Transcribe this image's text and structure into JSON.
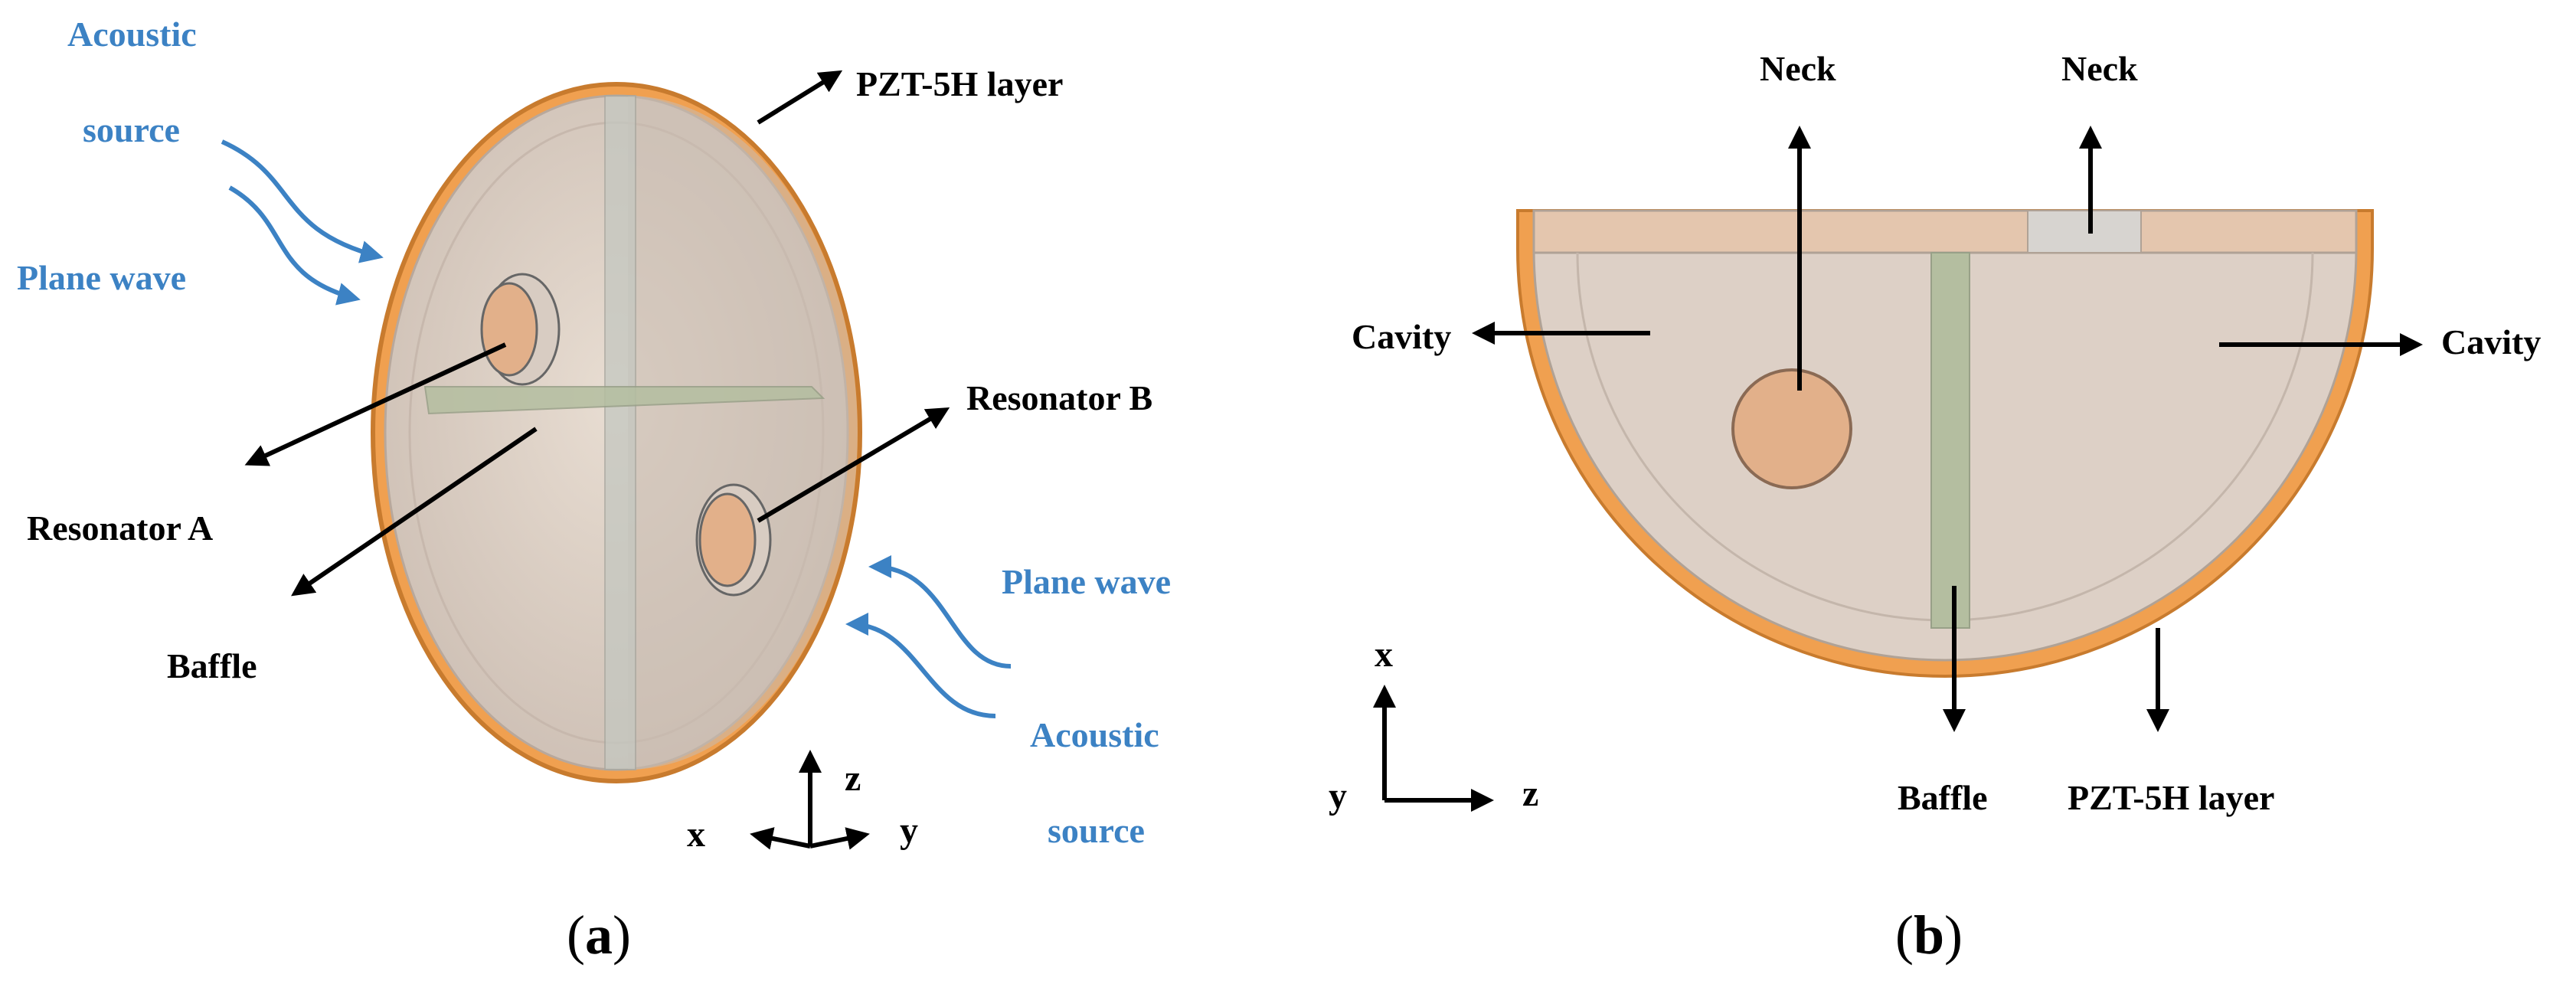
{
  "colors": {
    "label_blue": "#3c82c4",
    "pzt_orange": "#f0a050",
    "shell_fill": "#d8c8bc",
    "baffle_green": "#b4bea0",
    "neck_fill": "#e2b08a"
  },
  "panel_a": {
    "caption_open": "(",
    "caption_letter": "a",
    "caption_close": ")",
    "labels": {
      "acoustic_source_1": "Acoustic",
      "acoustic_source_2": "source",
      "plane_wave_left": "Plane wave",
      "pzt_layer": "PZT-5H layer",
      "resonator_a": "Resonator A",
      "resonator_b": "Resonator B",
      "baffle": "Baffle",
      "plane_wave_right": "Plane wave",
      "acoustic_source_right_1": "Acoustic",
      "acoustic_source_right_2": "source"
    },
    "axes": {
      "x": "x",
      "y": "y",
      "z": "z"
    }
  },
  "panel_b": {
    "caption_open": "(",
    "caption_letter": "b",
    "caption_close": ")",
    "labels": {
      "neck_left": "Neck",
      "neck_right": "Neck",
      "cavity_left": "Cavity",
      "cavity_right": "Cavity",
      "baffle": "Baffle",
      "pzt_layer": "PZT-5H layer"
    },
    "axes": {
      "x": "x",
      "y": "y",
      "z": "z"
    }
  }
}
